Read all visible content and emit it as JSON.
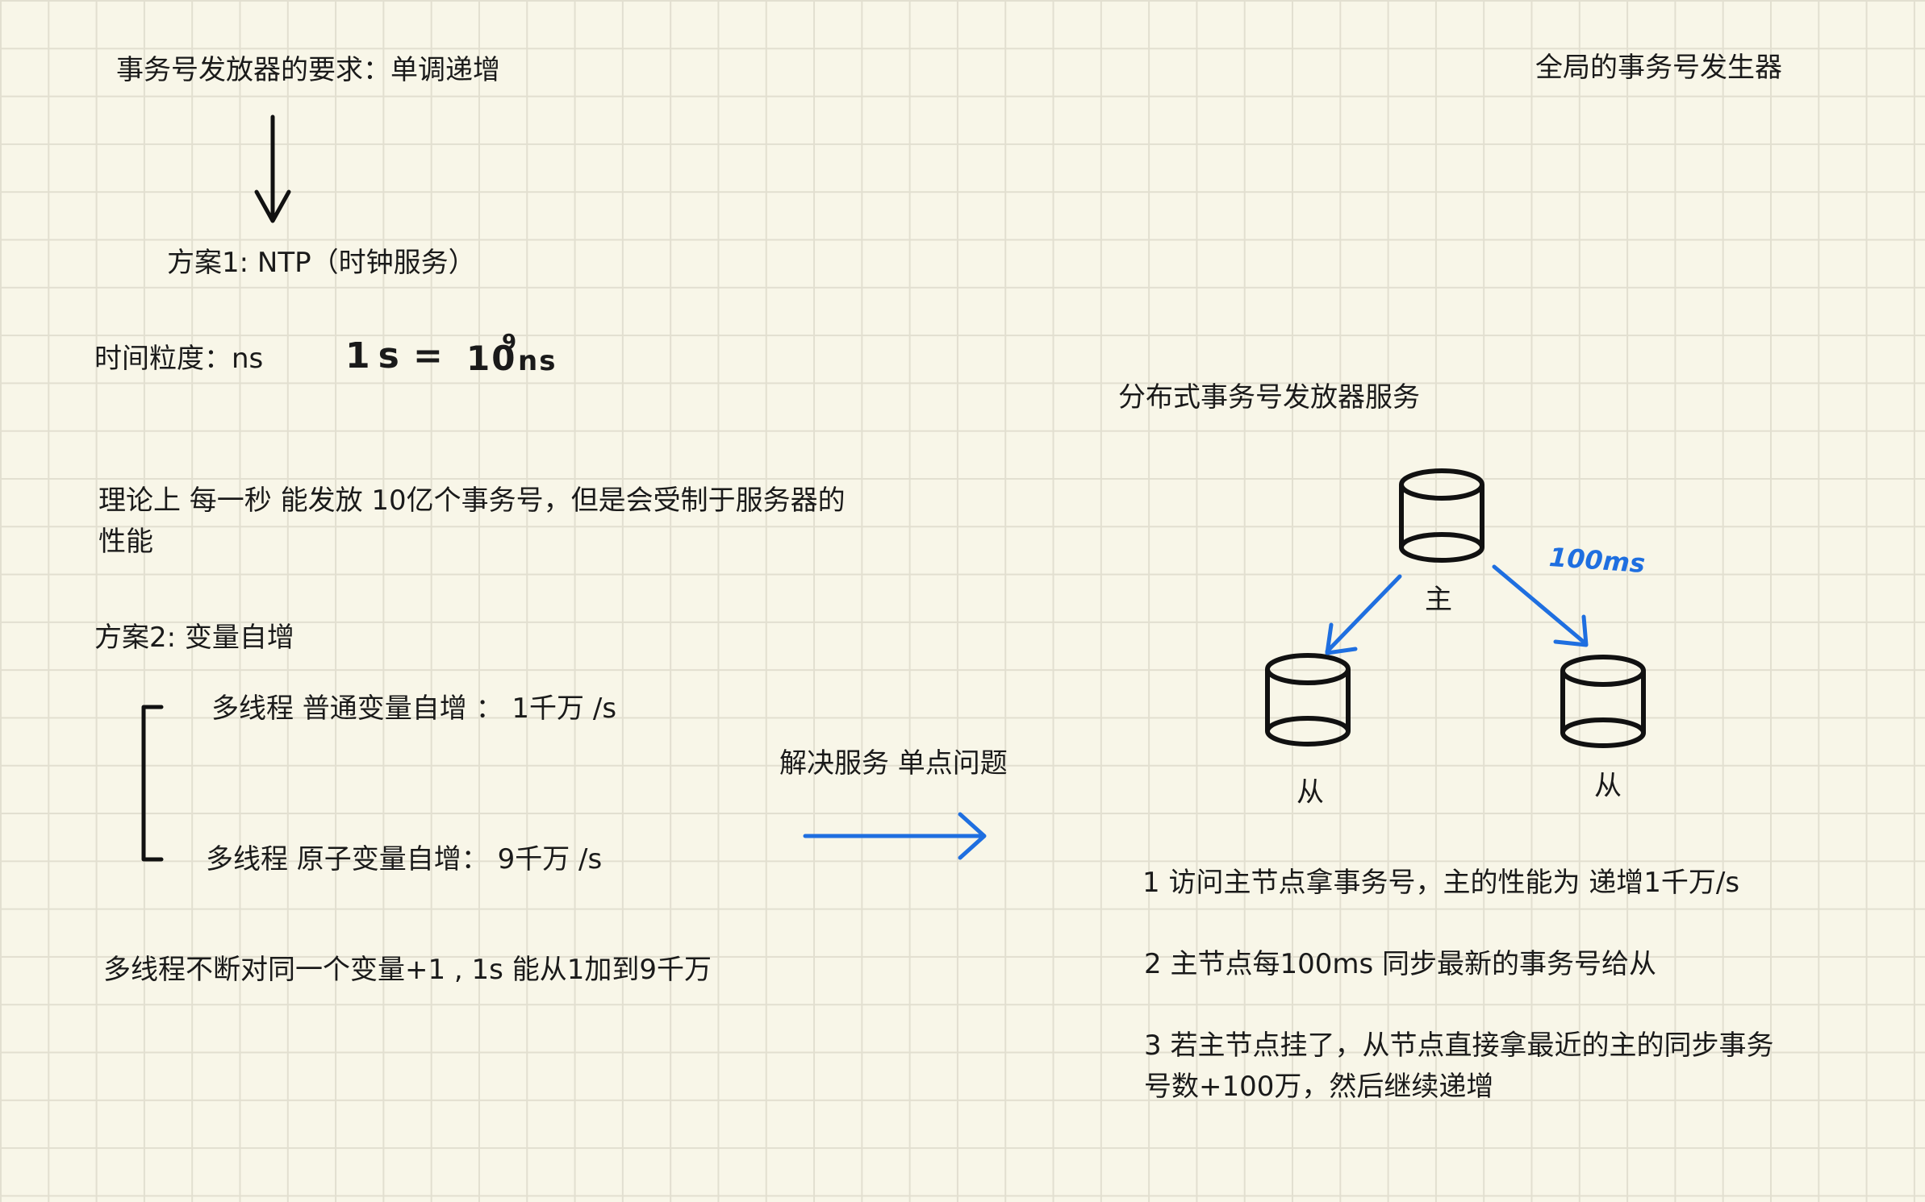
{
  "left": {
    "requirement": "事务号发放器的要求：单调递增",
    "plan1": "方案1:   NTP（时钟服务）",
    "granularity": "时间粒度：ns",
    "formula": {
      "lhs": "1s",
      "eq": "=",
      "base": "10",
      "exp": "9",
      "unit": "ns"
    },
    "theory_line1": "理论上 每一秒 能发放 10亿个事务号，但是会受制于服务器的",
    "theory_line2": "性能",
    "plan2": "方案2: 变量自增",
    "normal_incr": "多线程 普通变量自增 ：  1千万 /s",
    "atomic_incr": "多线程 原子变量自增：  9千万 /s",
    "summary": "多线程不断对同一个变量+1 , 1s 能从1加到9千万"
  },
  "middle": {
    "solve_single_point": "解决服务 单点问题"
  },
  "right": {
    "global_title": "全局的事务号发生器",
    "distributed_title": "分布式事务号发放器服务",
    "master_label": "主",
    "slave_left_label": "从",
    "slave_right_label": "从",
    "sync_interval": "100ms",
    "note1": "1 访问主节点拿事务号，主的性能为 递增1千万/s",
    "note2": "2 主节点每100ms 同步最新的事务号给从",
    "note3_line1": "3 若主节点挂了，从节点直接拿最近的主的同步事务",
    "note3_line2": "号数+100万，然后继续递增"
  },
  "colors": {
    "ink": "#111111",
    "blue_ink": "#1f6fe0",
    "paper": "#f8f6e8",
    "grid": "#e2dfd0"
  }
}
